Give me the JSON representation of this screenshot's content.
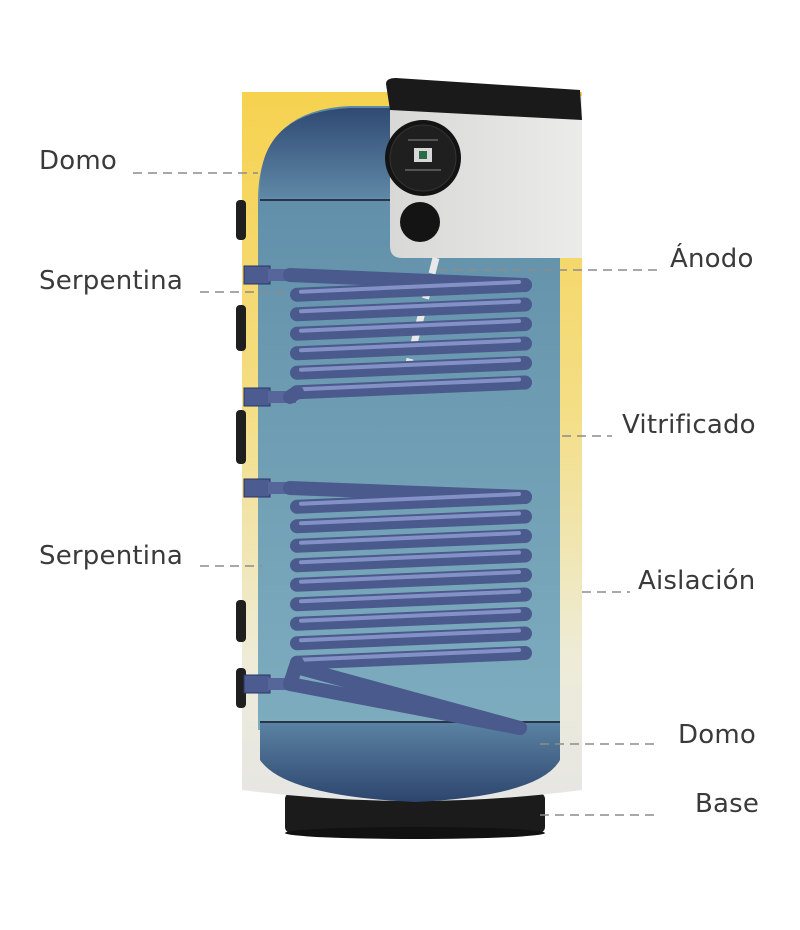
{
  "labels": {
    "domo_top": "Domo",
    "serpentina_upper": "Serpentina",
    "serpentina_lower": "Serpentina",
    "anodo": "Ánodo",
    "vitrificado": "Vitrificado",
    "aislacion": "Aislación",
    "domo_bottom": "Domo",
    "base": "Base"
  },
  "colors": {
    "insulation_yellow": "#f6d75a",
    "shell_grey": "#e4e4e2",
    "tank_water": "#6f9bb0",
    "dome_blue": "#3f5f86",
    "coil": "#4b5a8c",
    "base_black": "#1b1b1b",
    "text": "#3a3a3a"
  },
  "controller": {
    "icon": "brand-logo-icon"
  }
}
